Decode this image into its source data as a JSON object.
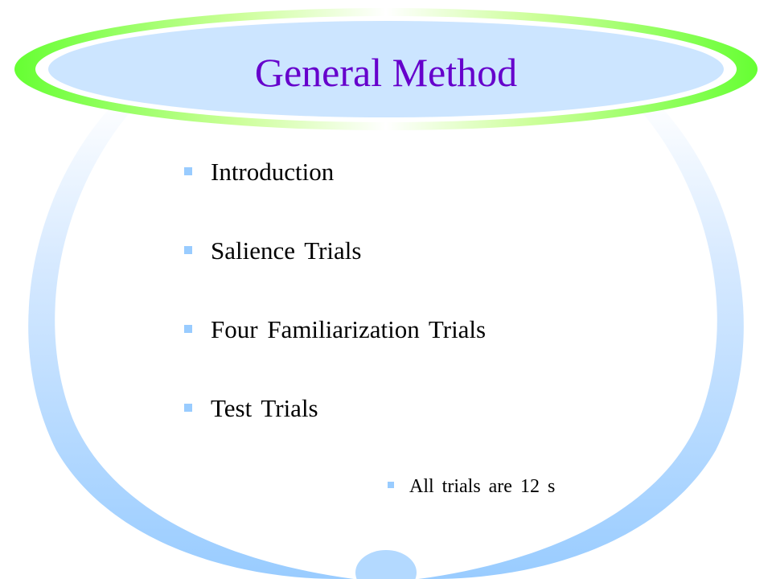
{
  "slide": {
    "title": "General Method",
    "bullets": [
      {
        "text": "Introduction"
      },
      {
        "text": "Salience  Trials"
      },
      {
        "text": "Four  Familiarization  Trials"
      },
      {
        "text": "Test  Trials"
      }
    ],
    "sub_bullets": [
      {
        "text": "All trials are 12 s"
      }
    ]
  },
  "colors": {
    "title": "#6600cc",
    "ring_outer": "#66ff33",
    "ring_fill": "#cce5ff",
    "side_arc": "#99ccff",
    "bullet_marker": "#99ccff"
  },
  "icons": {
    "bullet": "square-bullet-icon"
  }
}
